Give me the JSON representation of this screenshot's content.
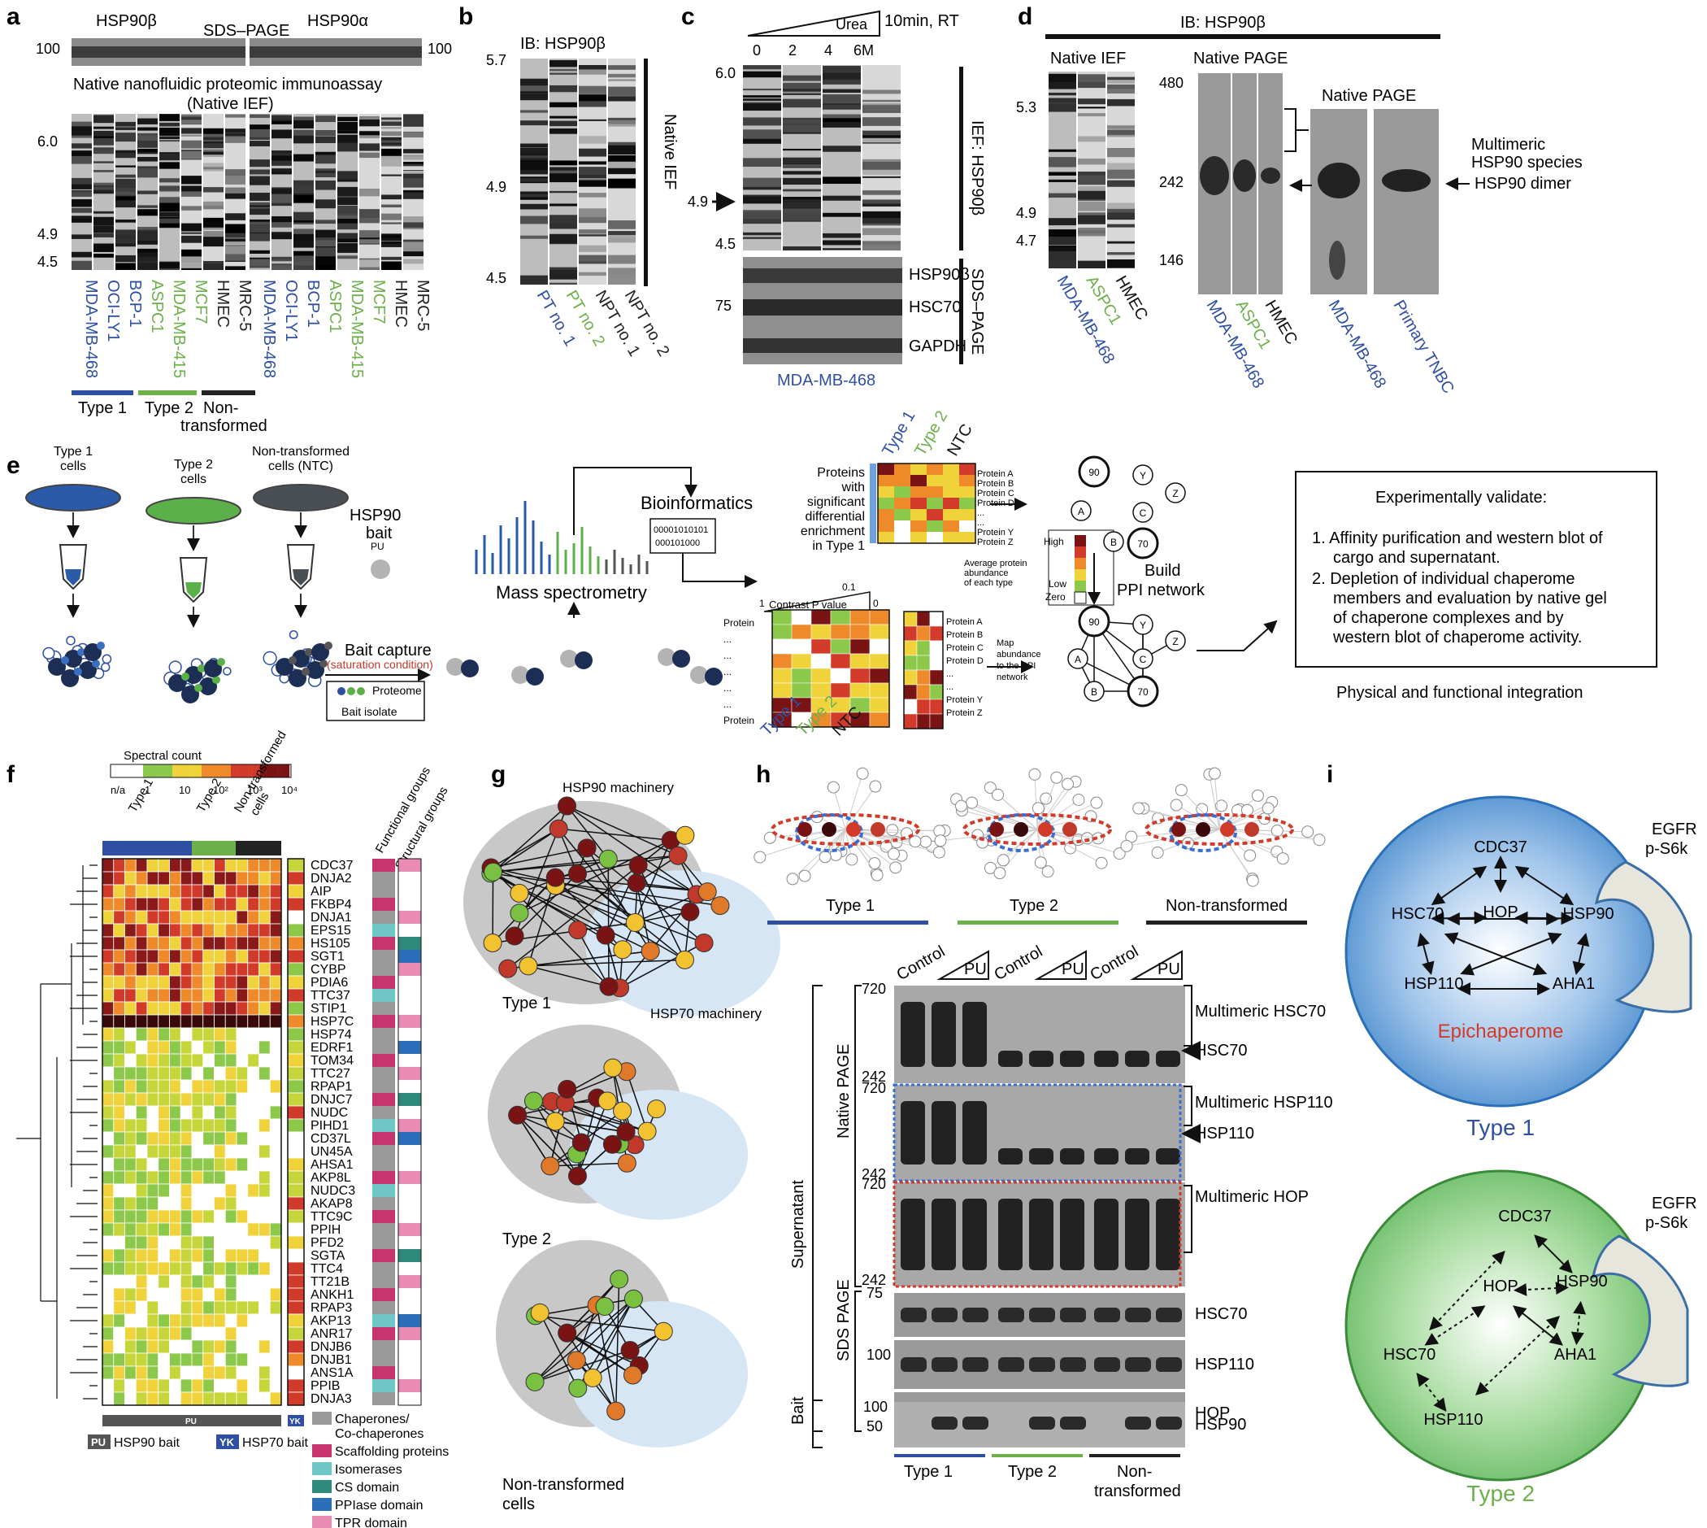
{
  "colors": {
    "type1": "#2f4fa2",
    "type2": "#6cb04a",
    "ntc": "#222222",
    "epi_red": "#d23a2a"
  },
  "panel_a": {
    "letter": "a",
    "hsp90b": "HSP90β",
    "sds": "SDS–PAGE",
    "hsp90a": "HSP90α",
    "mw_left": "100",
    "mw_right": "100",
    "title1": "Native nanofluidic proteomic immunoassay",
    "title2": "(Native IEF)",
    "ph": [
      "6.0",
      "4.9",
      "4.5"
    ],
    "lanes": [
      "MDA-MB-468",
      "OCI-LY1",
      "BCP-1",
      "ASPC1",
      "MDA-MB-415",
      "MCF7",
      "HMEC",
      "MRC-5"
    ],
    "lane_groups": [
      "type1",
      "type1",
      "type1",
      "type2",
      "type2",
      "type2",
      "ntc",
      "ntc"
    ],
    "legend": [
      "Type 1",
      "Type 2",
      "Non-",
      "transformed"
    ]
  },
  "panel_b": {
    "letter": "b",
    "ib": "IB: HSP90β",
    "ph": [
      "5.7",
      "4.9",
      "4.5"
    ],
    "side": "Native IEF",
    "lanes": [
      "PT no. 1",
      "PT no. 2",
      "NPT no. 1",
      "NPT no. 2"
    ],
    "lane_groups": [
      "type1",
      "type2",
      "ntc",
      "ntc"
    ]
  },
  "panel_c": {
    "letter": "c",
    "urea": "Urea",
    "cond": "10min, RT",
    "conc": [
      "0",
      "2",
      "4",
      "6M"
    ],
    "ph": [
      "6.0",
      "4.9",
      "4.5"
    ],
    "side_ief": "IEF: HSP90β",
    "side_sds": "SDS–PAGE",
    "mw": "75",
    "bands": [
      "HSP90β",
      "HSC70",
      "GAPDH"
    ],
    "cell": "MDA-MB-468"
  },
  "panel_d": {
    "letter": "d",
    "ib": "IB: HSP90β",
    "ief_title": "Native IEF",
    "page_title": "Native PAGE",
    "page_title2": "Native PAGE",
    "ph": [
      "5.3",
      "4.9",
      "4.7"
    ],
    "mw": [
      "480",
      "242",
      "146"
    ],
    "multi": [
      "Multimeric",
      "HSP90 species"
    ],
    "dimer": "HSP90 dimer",
    "lanes_ief": [
      "MDA-MB-468",
      "ASPC1",
      "HMEC"
    ],
    "lanes_page": [
      "MDA-MB-468",
      "ASPC1",
      "HMEC"
    ],
    "lanes_page2": [
      "MDA-MB-468",
      "Primary TNBC"
    ]
  },
  "panel_e": {
    "letter": "e",
    "cells": [
      "Type 1",
      "cells",
      "Type 2",
      "cells",
      "Non-transformed",
      "cells (NTC)"
    ],
    "bait": [
      "HSP90",
      "bait"
    ],
    "pu": "PU",
    "capture": "Bait capture",
    "saturation": "(saturation condition)",
    "proteome": "Proteome",
    "isolate": "Bait isolate",
    "ms": "Mass spectrometry",
    "bioinf": "Bioinformatics",
    "binary": [
      "00001010101",
      "000101000"
    ],
    "contrast": "Contrast P value",
    "contrast_ticks": [
      "1",
      "0.1",
      "0"
    ],
    "prot_col": [
      "Protein",
      "...",
      "...",
      "...",
      "...",
      "...",
      "Protein"
    ],
    "cols": [
      "Type 1",
      "Type 2",
      "NTC"
    ],
    "sig": [
      "Proteins",
      "with",
      "significant",
      "differential",
      "enrichment",
      "in Type 1"
    ],
    "protlist": [
      "Protein A",
      "Protein B",
      "Protein C",
      "Protein D",
      "...",
      "...",
      "Protein Y",
      "Protein Z"
    ],
    "legend": [
      "High",
      "Low",
      "Zero"
    ],
    "avg": [
      "Average protein",
      "abundance",
      "of each type"
    ],
    "map": [
      "Map",
      "abundance",
      "to the PPI",
      "network"
    ],
    "nodes": [
      "90",
      "Y",
      "Z",
      "A",
      "C",
      "B",
      "70"
    ],
    "build": [
      "Build",
      "PPI network"
    ],
    "val_title": "Experimentally validate:",
    "val1": [
      "1.  Affinity purification and western blot of",
      "cargo and supernatant."
    ],
    "val2": [
      "2.  Depletion of individual chaperome",
      "members and evaluation by native gel",
      "of chaperone complexes and by",
      "western blot of chaperome activity."
    ],
    "integration": "Physical and functional integration"
  },
  "panel_f": {
    "letter": "f",
    "scale_title": "Spectral count",
    "scale_ticks": [
      "n/a",
      "1",
      "10",
      "10²",
      "10³",
      "10⁴"
    ],
    "cols": [
      "Type 1",
      "Type 2",
      "Non-transformed",
      "cells"
    ],
    "func": "Functional groups",
    "struct": "Structural groups",
    "proteins": [
      "CDC37",
      "DNJA2",
      "AIP",
      "FKBP4",
      "DNJA1",
      "EPS15",
      "HS105",
      "SGT1",
      "CYBP",
      "PDIA6",
      "TTC37",
      "STIP1",
      "HSP7C",
      "HSP74",
      "EDRF1",
      "TOM34",
      "TTC27",
      "RPAP1",
      "DNJC7",
      "NUDC",
      "PIHD1",
      "CD37L",
      "UN45A",
      "AHSA1",
      "AKP8L",
      "NUDC3",
      "AKAP8",
      "TTC9C",
      "PPIH",
      "PFD2",
      "SGTA",
      "TTC4",
      "TT21B",
      "ANKH1",
      "RPAP3",
      "AKP13",
      "ANR17",
      "DNJB6",
      "DNJB1",
      "ANS1A",
      "PPIB",
      "DNJA3"
    ],
    "pu_bar": "PU",
    "yk_bar": "YK",
    "bait_pu": "HSP90 bait",
    "bait_yk": "HSP70 bait",
    "groups": [
      "Chaperones/",
      "Co-chaperones",
      "Scaffolding proteins",
      "Isomerases",
      "CS domain",
      "PPIase domain",
      "TPR domain"
    ],
    "group_colors": [
      "#9a9a9a",
      "#c8346e",
      "#6fc6c6",
      "#2e8a7a",
      "#2a6fb7",
      "#e98bb3"
    ]
  },
  "panel_g": {
    "letter": "g",
    "hsp90m": "HSP90 machinery",
    "hsp70m": "HSP70 machinery",
    "types": [
      "Type 1",
      "Type 2",
      "Non-transformed",
      "cells"
    ]
  },
  "panel_h": {
    "letter": "h",
    "types": [
      "Type 1",
      "Type 2",
      "Non-transformed"
    ],
    "control": [
      "Control",
      "Control",
      "Control"
    ],
    "pu": [
      "PU",
      "PU",
      "PU"
    ],
    "mw_native": [
      "720",
      "242",
      "720",
      "242",
      "720",
      "242"
    ],
    "mw_sds": [
      "75",
      "100",
      "50"
    ],
    "mw_bait": "100",
    "labels": [
      "Multimeric HSC70",
      "HSC70",
      "Multimeric HSP110",
      "HSP110",
      "Multimeric HOP",
      "HSC70",
      "HSP110",
      "HOP",
      "HSP90"
    ],
    "native": "Native PAGE",
    "sds": "SDS PAGE",
    "supernatant": "Supernatant",
    "bait": "Bait",
    "bottom": [
      "Type 1",
      "Type 2",
      "Non-",
      "transformed"
    ]
  },
  "panel_i": {
    "letter": "i",
    "nodes1": [
      "CDC37",
      "HSC70",
      "HOP",
      "HSP90",
      "HSP110",
      "AHA1"
    ],
    "epi": "Epichaperome",
    "egfr": [
      "EGFR",
      "p-S6k"
    ],
    "type1": "Type 1",
    "nodes2": [
      "CDC37",
      "HOP",
      "HSP90",
      "HSC70",
      "AHA1",
      "HSP110"
    ],
    "egfr2": [
      "EGFR",
      "p-S6k"
    ],
    "type2": "Type 2"
  }
}
